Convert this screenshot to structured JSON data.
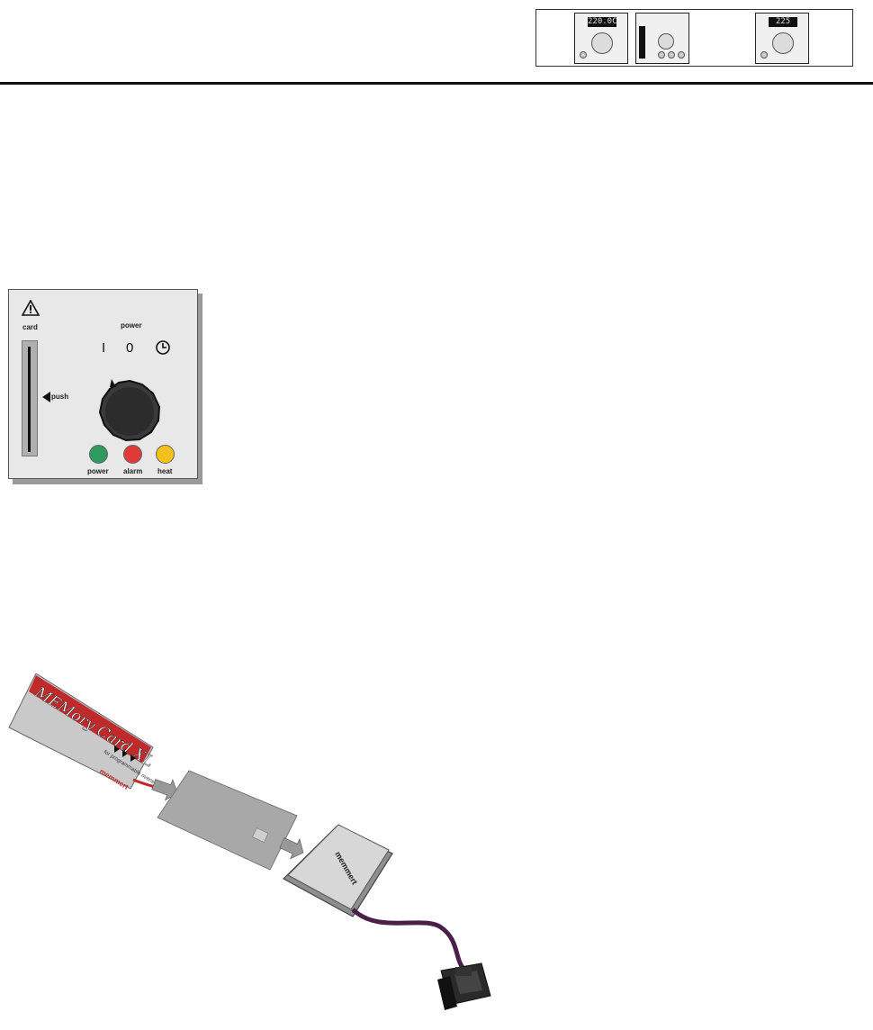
{
  "thumbnails": [
    {
      "display": "220.0C"
    },
    {
      "display": ""
    },
    {
      "display": "225"
    }
  ],
  "panel": {
    "card_label": "card",
    "power_label": "power",
    "switch_on": "I",
    "switch_off": "0",
    "push_label": "push",
    "lamps": [
      {
        "label": "power",
        "color": "#2e9a5e"
      },
      {
        "label": "alarm",
        "color": "#e03a3a"
      },
      {
        "label": "heat",
        "color": "#f2c21b"
      }
    ]
  },
  "card": {
    "title": "MEMory Card XL",
    "small_text": "for programmable ovens",
    "brand": "memmert"
  },
  "reader": {
    "brand": "memmert"
  },
  "icons": [
    "warning-triangle-icon",
    "clock-icon",
    "arrow-icon",
    "connector-icon"
  ]
}
